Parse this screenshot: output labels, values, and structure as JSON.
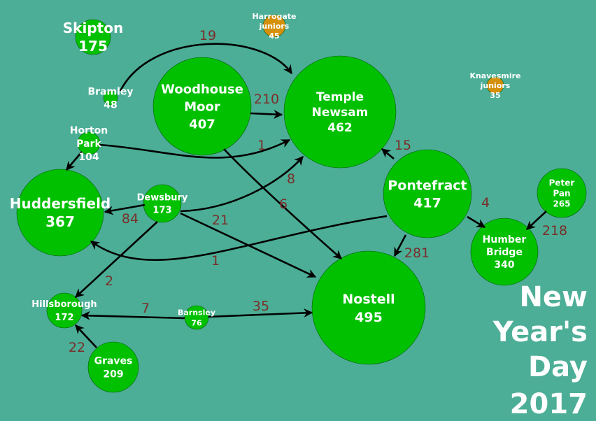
{
  "title_lines": [
    "New",
    "Year's",
    "Day",
    "2017"
  ],
  "colors": {
    "background": "#4cae96",
    "node": "#00c000",
    "junior_node": "#d4900a",
    "edge": "#000000",
    "edge_label": "#7a2e2a",
    "text": "#ffffff"
  },
  "nodes": [
    {
      "id": "skipton",
      "lines": [
        "Skipton",
        "175"
      ],
      "type": "run"
    },
    {
      "id": "harrogate",
      "lines": [
        "Harrogate",
        "juniors",
        "45"
      ],
      "type": "junior"
    },
    {
      "id": "bramley",
      "lines": [
        "Bramley",
        "48"
      ],
      "type": "run"
    },
    {
      "id": "woodhouse",
      "lines": [
        "Woodhouse",
        "Moor",
        "407"
      ],
      "type": "run"
    },
    {
      "id": "temple",
      "lines": [
        "Temple",
        "Newsam",
        "462"
      ],
      "type": "run"
    },
    {
      "id": "knavesmire",
      "lines": [
        "Knavesmire",
        "juniors",
        "35"
      ],
      "type": "junior"
    },
    {
      "id": "horton",
      "lines": [
        "Horton",
        "Park",
        "104"
      ],
      "type": "run"
    },
    {
      "id": "huddersfield",
      "lines": [
        "Huddersfield",
        "367"
      ],
      "type": "run"
    },
    {
      "id": "dewsbury",
      "lines": [
        "Dewsbury",
        "173"
      ],
      "type": "run"
    },
    {
      "id": "pontefract",
      "lines": [
        "Pontefract",
        "417"
      ],
      "type": "run"
    },
    {
      "id": "peterpan",
      "lines": [
        "Peter",
        "Pan",
        "265"
      ],
      "type": "run"
    },
    {
      "id": "humber",
      "lines": [
        "Humber",
        "Bridge",
        "340"
      ],
      "type": "run"
    },
    {
      "id": "nostell",
      "lines": [
        "Nostell",
        "495"
      ],
      "type": "run"
    },
    {
      "id": "hillsborough",
      "lines": [
        "Hillsborough",
        "172"
      ],
      "type": "run"
    },
    {
      "id": "barnsley",
      "lines": [
        "Barnsley",
        "76"
      ],
      "type": "run"
    },
    {
      "id": "graves",
      "lines": [
        "Graves",
        "209"
      ],
      "type": "run"
    }
  ],
  "edges": [
    {
      "id": "bramley-temple",
      "from": "bramley",
      "to": "temple",
      "label": "19"
    },
    {
      "id": "woodhouse-temple",
      "from": "woodhouse",
      "to": "temple",
      "label": "210"
    },
    {
      "id": "horton-temple",
      "from": "horton",
      "to": "temple",
      "label": "1"
    },
    {
      "id": "dewsbury-temple",
      "from": "dewsbury",
      "to": "temple",
      "label": "8"
    },
    {
      "id": "pontefract-temple",
      "from": "pontefract",
      "to": "temple",
      "label": "15"
    },
    {
      "id": "woodhouse-nostell",
      "from": "woodhouse",
      "to": "nostell",
      "label": "6"
    },
    {
      "id": "dewsbury-huddersfield",
      "from": "dewsbury",
      "to": "huddersfield",
      "label": "84"
    },
    {
      "id": "horton-huddersfield",
      "from": "horton",
      "to": "huddersfield",
      "label": ""
    },
    {
      "id": "dewsbury-nostell",
      "from": "dewsbury",
      "to": "nostell",
      "label": "21"
    },
    {
      "id": "pontefract-huddersfield",
      "from": "pontefract",
      "to": "huddersfield",
      "label": "1"
    },
    {
      "id": "pontefract-humber",
      "from": "pontefract",
      "to": "humber",
      "label": "4"
    },
    {
      "id": "pontefract-nostell",
      "from": "pontefract",
      "to": "nostell",
      "label": "281"
    },
    {
      "id": "peterpan-humber",
      "from": "peterpan",
      "to": "humber",
      "label": "218"
    },
    {
      "id": "dewsbury-hillsborough",
      "from": "dewsbury",
      "to": "hillsborough",
      "label": "2"
    },
    {
      "id": "barnsley-hillsborough",
      "from": "barnsley",
      "to": "hillsborough",
      "label": "7"
    },
    {
      "id": "barnsley-nostell",
      "from": "barnsley",
      "to": "nostell",
      "label": "35"
    },
    {
      "id": "graves-hillsborough",
      "from": "graves",
      "to": "hillsborough",
      "label": "22"
    }
  ]
}
